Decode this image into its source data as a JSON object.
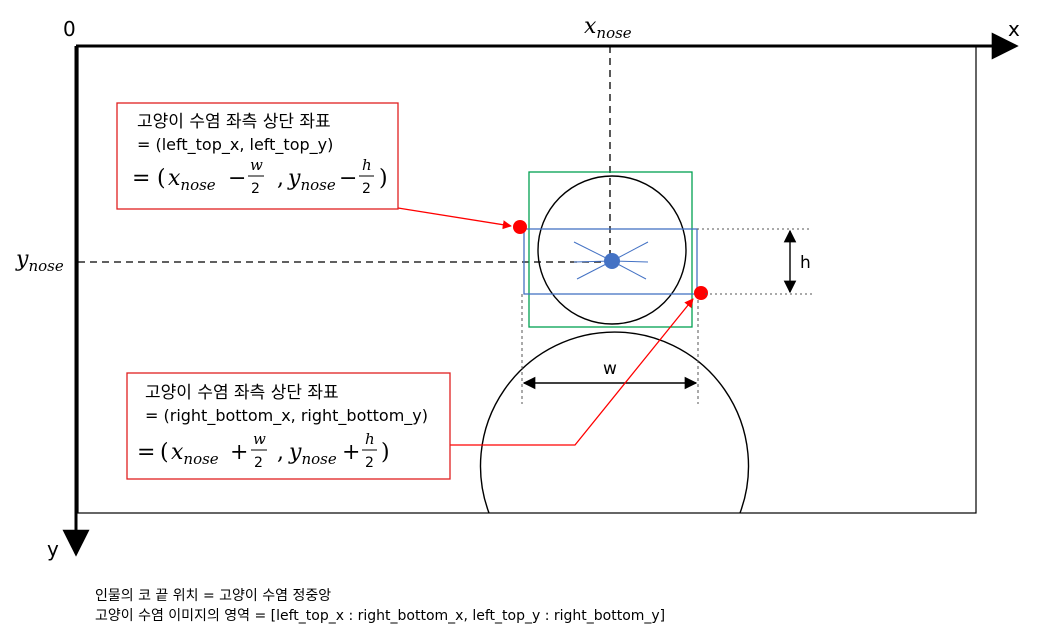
{
  "axes": {
    "origin_label": "0",
    "x_label": "x",
    "y_label": "y",
    "x_nose_label": {
      "var": "x",
      "sub": "nose"
    },
    "y_nose_label": {
      "var": "y",
      "sub": "nose"
    },
    "w_label": "w",
    "h_label": "h"
  },
  "top_left_box": {
    "title": "고양이 수염 좌측 상단 좌표",
    "line2": "= (left_top_x, left_top_y)",
    "formula": {
      "eq": "=",
      "open": "(",
      "x_var": "x",
      "x_sub": "nose",
      "x_op": "−",
      "x_frac_num": "w",
      "x_frac_den": "2",
      "comma": ",",
      "y_var": "y",
      "y_sub": "nose",
      "y_op": "−",
      "y_frac_num": "h",
      "y_frac_den": "2",
      "close": ")"
    }
  },
  "bottom_right_box": {
    "title": "고양이 수염 좌측 상단 좌표",
    "line2": "= (right_bottom_x, right_bottom_y)",
    "formula": {
      "eq": "=",
      "open": "(",
      "x_var": "x",
      "x_sub": "nose",
      "x_op": "+",
      "x_frac_num": "w",
      "x_frac_den": "2",
      "comma": ",",
      "y_var": "y",
      "y_sub": "nose",
      "y_op": "+",
      "y_frac_num": "h",
      "y_frac_den": "2",
      "close": ")"
    }
  },
  "footer": {
    "line1": "인물의 코 끝 위치 = 고양이 수염 정중앙",
    "line2": "고양이 수염 이미지의 영역 = [left_top_x : right_bottom_x, left_top_y : right_bottom_y]"
  },
  "colors": {
    "box_border": "#e02020",
    "point": "#ff0000",
    "arrow": "#ff0000",
    "nose": "#4472c4",
    "whisker": "#4472c4",
    "green_box": "#00a050",
    "blue_box": "#4472c4"
  }
}
